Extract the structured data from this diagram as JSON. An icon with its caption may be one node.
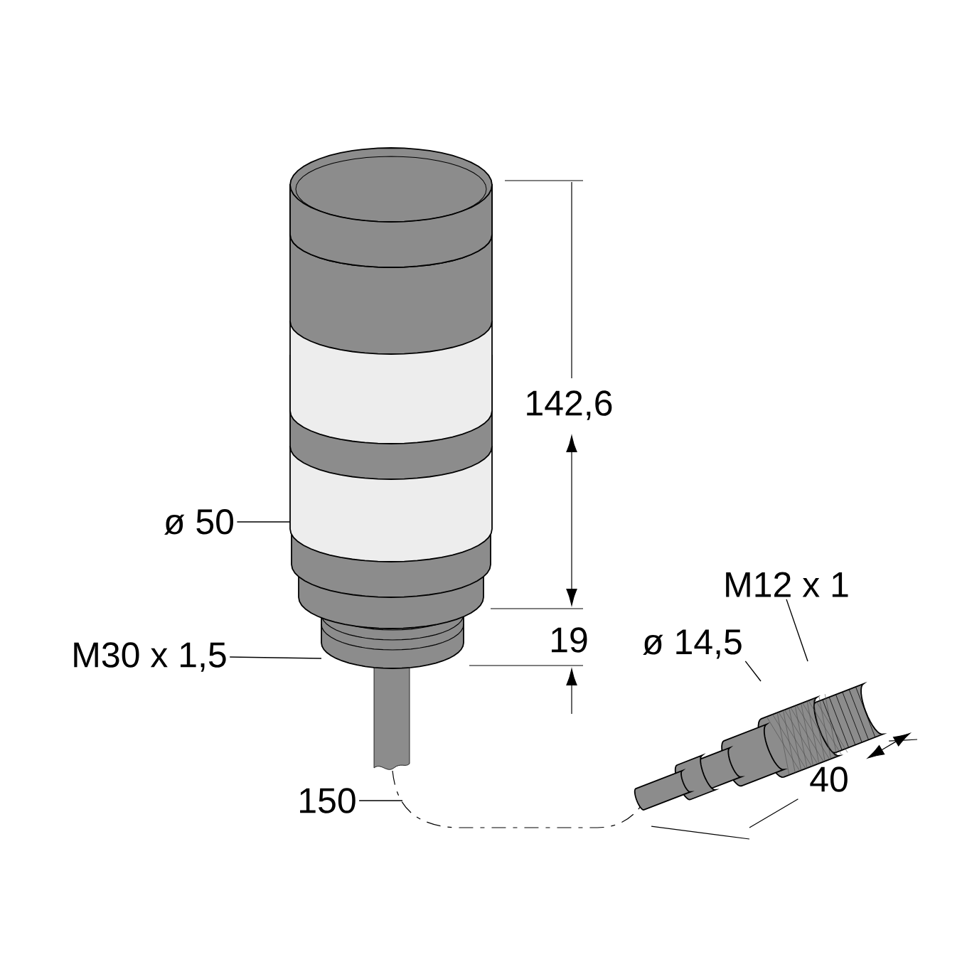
{
  "diagram": {
    "nodes": [
      {
        "text": [
          "ø 50"
        ]
      },
      {
        "text": [
          "M30 x 1,5"
        ]
      },
      {
        "text": [
          "150"
        ]
      },
      {
        "text": [
          "M12 x 1"
        ]
      },
      {
        "text": [
          "ø 14,5"
        ]
      }
    ],
    "edges": [
      {
        "from": 0,
        "to": null,
        "arrow": "none"
      },
      {
        "from": 1,
        "to": null,
        "arrow": "none"
      },
      {
        "from": 2,
        "to": null,
        "arrow": "none"
      },
      {
        "from": 3,
        "to": null,
        "arrow": "none"
      },
      {
        "from": 4,
        "to": null,
        "arrow": "none"
      }
    ],
    "labels": [
      "142,6",
      "19",
      "40"
    ]
  }
}
